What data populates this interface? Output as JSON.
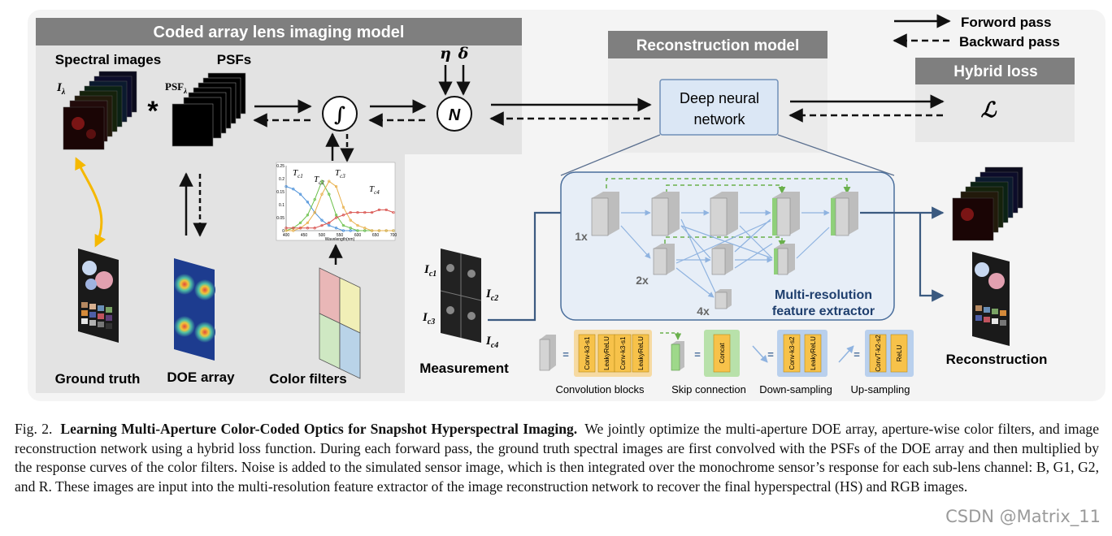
{
  "figure": {
    "title_imaging": "Coded array lens imaging model",
    "title_reconstruction": "Reconstruction model",
    "title_loss": "Hybrid loss",
    "legend": {
      "forward": "Forword pass",
      "backward": "Backward pass"
    },
    "labels": {
      "spectral_images": "Spectral images",
      "psfs": "PSFs",
      "i_lambda": "I",
      "i_lambda_sub": "λ",
      "psf_lambda": "PSF",
      "psf_lambda_sub": "λ",
      "convolution": "*",
      "integral": "∫",
      "noise_n": "N",
      "eta": "η",
      "delta": "δ",
      "loss_symbol": "ℒ",
      "dnn_line1": "Deep neural",
      "dnn_line2": "network",
      "ground_truth": "Ground truth",
      "doe_array": "DOE array",
      "color_filters": "Color filters",
      "measurement": "Measurement",
      "reconstruction": "Reconstruction",
      "extractor_line1": "Multi-resolution",
      "extractor_line2": "feature extractor",
      "scale_1x": "1x",
      "scale_2x": "2x",
      "scale_4x": "4x",
      "ic1": "c1",
      "ic2": "c2",
      "ic3": "c3",
      "ic4": "c4"
    },
    "blocks_legend": {
      "conv_blocks": "Convolution blocks",
      "skip_connection": "Skip connection",
      "down_sampling": "Down-sampling",
      "up_sampling": "Up-sampling",
      "conv_layers": [
        "Conv-k3-s1",
        "LeakyReLU",
        "Conv-k3-s1",
        "LeakyReLU"
      ],
      "concat": "Concat",
      "down_layers": [
        "Conv-k3-s2",
        "LeakyReLU"
      ],
      "up_layers": [
        "ConvT-k2-s2",
        "ReLU"
      ],
      "equals": "="
    },
    "colors": {
      "panel": "#e6e6e6",
      "title_bar": "#7f7f7f",
      "extractor_bg": "#e7eef7",
      "arrow_gold": "#f5b800",
      "skip_green": "#6ab04c",
      "down_blue": "#8fb3e0"
    }
  },
  "chart_data": {
    "type": "line",
    "title": "",
    "xlabel": "Wavelength(nm)",
    "ylabel": "",
    "xlim": [
      400,
      700
    ],
    "ylim": [
      0,
      0.25
    ],
    "xticks": [
      "400",
      "450",
      "500",
      "550",
      "600",
      "650",
      "700"
    ],
    "yticks": [
      "0",
      "0.05",
      "0.1",
      "0.15",
      "0.2",
      "0.25"
    ],
    "annotations": [
      "T",
      "T",
      "T",
      "T"
    ],
    "annotation_subs": [
      "c1",
      "c2",
      "c3",
      "c4"
    ],
    "x": [
      400,
      420,
      440,
      460,
      480,
      500,
      520,
      540,
      560,
      580,
      600,
      620,
      640,
      660,
      680,
      700
    ],
    "series": [
      {
        "color": "#4a90d9",
        "values": [
          0.17,
          0.16,
          0.14,
          0.11,
          0.07,
          0.04,
          0.02,
          0.01,
          0.0,
          0.0,
          0.0,
          0.0,
          0.0,
          0.0,
          0.0,
          0.0
        ]
      },
      {
        "color": "#6cc04a",
        "values": [
          0.0,
          0.01,
          0.03,
          0.06,
          0.12,
          0.19,
          0.14,
          0.06,
          0.02,
          0.01,
          0.0,
          0.0,
          0.0,
          0.0,
          0.0,
          0.0
        ]
      },
      {
        "color": "#e8b04a",
        "values": [
          0.0,
          0.0,
          0.01,
          0.03,
          0.07,
          0.14,
          0.19,
          0.17,
          0.09,
          0.04,
          0.02,
          0.01,
          0.0,
          0.0,
          0.0,
          0.0
        ]
      },
      {
        "color": "#d9534f",
        "values": [
          0.01,
          0.01,
          0.01,
          0.01,
          0.01,
          0.02,
          0.03,
          0.05,
          0.06,
          0.07,
          0.07,
          0.07,
          0.07,
          0.08,
          0.08,
          0.07
        ]
      }
    ]
  },
  "caption": {
    "fig_num": "Fig. 2.",
    "title": "Learning Multi-Aperture Color-Coded Optics for Snapshot Hyperspectral Imaging.",
    "text": "We jointly optimize the multi-aperture DOE array, aperture-wise color filters, and image reconstruction network using a hybrid loss function. During each forward pass, the ground truth spectral images are first convolved with the PSFs of the DOE array and then multiplied by the response curves of the color filters. Noise is added to the simulated sensor image, which is then integrated over the monochrome sensor’s response for each sub-lens channel: B, G1, G2, and R. These images are input into the multi-resolution feature extractor of the image reconstruction network to recover the final hyperspectral (HS) and RGB images."
  },
  "watermark": "CSDN @Matrix_11"
}
